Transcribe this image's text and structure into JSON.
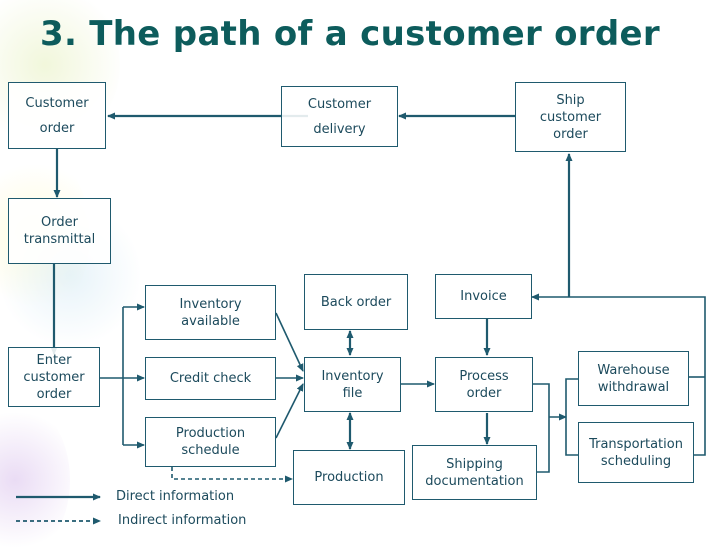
{
  "title": "3. The path of a customer order",
  "colors": {
    "title": "#0d5c5c",
    "line": "#1f5a6e",
    "text": "#1c4a5c"
  },
  "nodes": {
    "customer_order": "Customer\norder",
    "customer_delivery": "Customer\ndelivery",
    "ship_customer_order": "Ship\ncustomer\norder",
    "order_transmittal": "Order\ntransmittal",
    "enter_customer_order": "Enter\ncustomer\norder",
    "inventory_available": "Inventory\navailable",
    "credit_check": "Credit check",
    "production_schedule": "Production\nschedule",
    "back_order": "Back order",
    "inventory_file": "Inventory\nfile",
    "production": "Production",
    "invoice": "Invoice",
    "process_order": "Process\norder",
    "shipping_documentation": "Shipping\ndocumentation",
    "warehouse_withdrawal": "Warehouse\nwithdrawal",
    "transportation_scheduling": "Transportation\nscheduling"
  },
  "edges": [
    {
      "from": "ship_customer_order",
      "to": "customer_delivery",
      "type": "direct"
    },
    {
      "from": "customer_delivery",
      "to": "customer_order",
      "type": "direct"
    },
    {
      "from": "customer_order",
      "to": "order_transmittal",
      "type": "direct"
    },
    {
      "from": "order_transmittal",
      "to": "enter_customer_order",
      "type": "direct"
    },
    {
      "from": "enter_customer_order",
      "to": "inventory_available",
      "type": "direct"
    },
    {
      "from": "enter_customer_order",
      "to": "credit_check",
      "type": "direct"
    },
    {
      "from": "enter_customer_order",
      "to": "production_schedule",
      "type": "direct"
    },
    {
      "from": "inventory_available",
      "to": "inventory_file",
      "type": "direct"
    },
    {
      "from": "credit_check",
      "to": "inventory_file",
      "type": "direct"
    },
    {
      "from": "production_schedule",
      "to": "inventory_file",
      "type": "direct"
    },
    {
      "from": "back_order",
      "to": "inventory_file",
      "type": "bidirectional"
    },
    {
      "from": "inventory_file",
      "to": "production",
      "type": "bidirectional"
    },
    {
      "from": "production_schedule",
      "to": "production",
      "type": "indirect"
    },
    {
      "from": "inventory_file",
      "to": "process_order",
      "type": "direct"
    },
    {
      "from": "invoice",
      "to": "process_order",
      "type": "direct"
    },
    {
      "from": "process_order",
      "to": "shipping_documentation",
      "type": "direct"
    },
    {
      "from": "process_order",
      "to": "warehouse_withdrawal",
      "type": "direct"
    },
    {
      "from": "shipping_documentation",
      "to": "transportation_scheduling",
      "type": "direct"
    },
    {
      "from": "warehouse_withdrawal",
      "to": "invoice",
      "type": "direct"
    },
    {
      "from": "transportation_scheduling",
      "to": "ship_customer_order",
      "type": "direct"
    }
  ],
  "legend": {
    "direct": "Direct information",
    "indirect": "Indirect information"
  }
}
